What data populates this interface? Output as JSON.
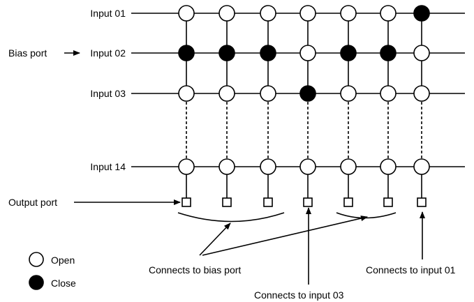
{
  "diagram": {
    "inputs": [
      {
        "label": "Input 01",
        "states": [
          "open",
          "open",
          "open",
          "open",
          "open",
          "open",
          "close"
        ]
      },
      {
        "label": "Input 02",
        "states": [
          "close",
          "close",
          "close",
          "open",
          "close",
          "close",
          "open"
        ]
      },
      {
        "label": "Input 03",
        "states": [
          "open",
          "open",
          "open",
          "close",
          "open",
          "open",
          "open"
        ]
      },
      {
        "label": "Input 14",
        "states": [
          "open",
          "open",
          "open",
          "open",
          "open",
          "open",
          "open"
        ]
      }
    ],
    "bias_port_label": "Bias  port",
    "output_port_label": "Output  port",
    "legend": [
      {
        "state": "open",
        "label": "Open"
      },
      {
        "state": "close",
        "label": "Close"
      }
    ],
    "annotations": {
      "bias": "Connects to bias port",
      "input03": "Connects to input 03",
      "input01": "Connects to input 01"
    },
    "colors": {
      "open": "#ffffff",
      "close": "#000000",
      "stroke": "#000000"
    }
  }
}
